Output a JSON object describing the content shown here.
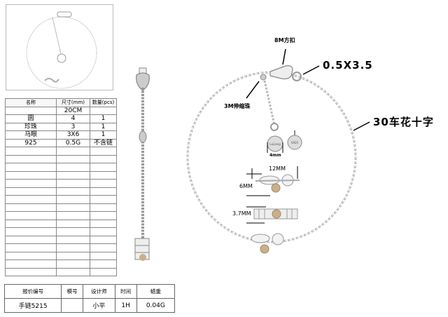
{
  "spec_table": {
    "headers": [
      "名称",
      "尺寸(mm)",
      "数量(pcs)"
    ],
    "rows": [
      [
        "",
        "20CM",
        ""
      ],
      [
        "圆",
        "4",
        "1"
      ],
      [
        "珍珠",
        "3",
        "1"
      ],
      [
        "马眼",
        "3X6",
        "1"
      ],
      [
        "925",
        "0.5G",
        "不含链"
      ]
    ],
    "empty_rows": 16
  },
  "info_table": {
    "headers": [
      "报价编号",
      "模号",
      "设计师",
      "时间",
      "蜡重"
    ],
    "values": [
      "手链5215",
      "",
      "小平",
      "1H",
      "0.04G"
    ]
  },
  "annotations": {
    "clasp": "8M方扣",
    "jump_ring": "0.5X3.5",
    "bead": "3M伸缩珠",
    "chain": "30车花十字",
    "disc_size": "4mm",
    "charm_width": "12MM",
    "charm_height": "6MM",
    "connector_height": "3.7MM"
  },
  "disc_engravings": [
    "LuLiang",
    "S925"
  ],
  "colors": {
    "metal": "#b9b9b9",
    "pearl": "#c9b08a"
  }
}
